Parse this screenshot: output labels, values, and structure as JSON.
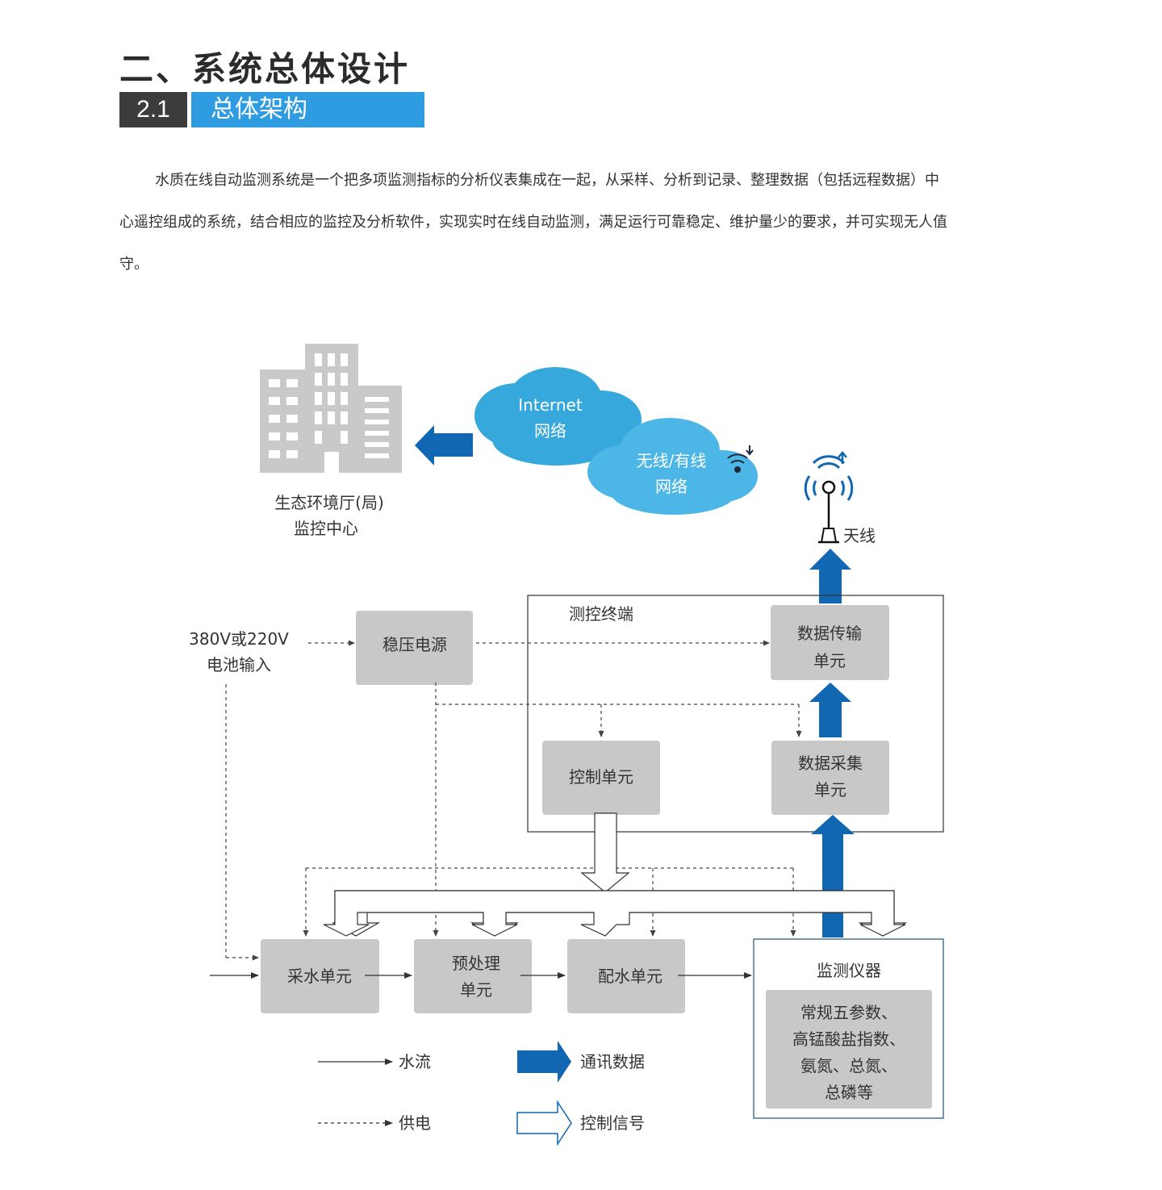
{
  "heading": "二、系统总体设计",
  "section": {
    "number": "2.1",
    "title": "总体架构"
  },
  "intro": "水质在线自动监测系统是一个把多项监测指标的分析仪表集成在一起，从采样、分析到记录、整理数据（包括远程数据）中心遥控组成的系统，结合相应的监控及分析软件，实现实时在线自动监测，满足运行可靠稳定、维护量少的要求，并可实现无人值守。",
  "diagram": {
    "center": {
      "line1": "生态环境厅(局)",
      "line2": "监控中心"
    },
    "cloud_internet": {
      "line1": "Internet",
      "line2": "网络"
    },
    "cloud_wireless": {
      "line1": "无线/有线",
      "line2": "网络"
    },
    "antenna": "天线",
    "terminal": "测控终端",
    "power_input": {
      "line1": "380V或220V",
      "line2": "电池输入"
    },
    "regulated_power": "稳压电源",
    "data_transfer": {
      "line1": "数据传输",
      "line2": "单元"
    },
    "control_unit": "控制单元",
    "data_acq": {
      "line1": "数据采集",
      "line2": "单元"
    },
    "sampling_unit": "采水单元",
    "preprocess": {
      "line1": "预处理",
      "line2": "单元"
    },
    "distribution_unit": "配水单元",
    "instruments": {
      "title": "监测仪器",
      "items": [
        "常规五参数、",
        "高锰酸盐指数、",
        "氨氮、总氮、",
        "总磷等"
      ]
    },
    "legend": {
      "water_flow": "水流",
      "communication": "通讯数据",
      "power_supply": "供电",
      "control_signal": "控制信号"
    }
  },
  "colors": {
    "accent": "#2f9be0",
    "dark_blue": "#1167b1",
    "box_gray": "#c8c8c8",
    "building_gray": "#c9c9c9"
  }
}
